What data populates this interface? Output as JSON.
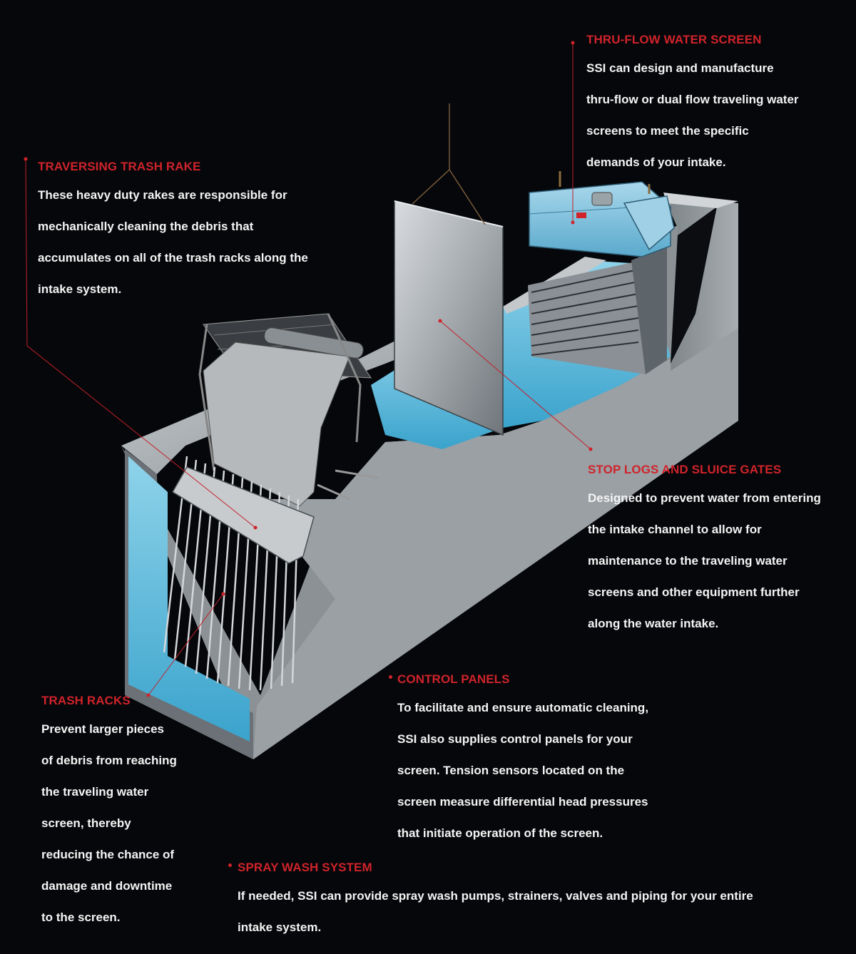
{
  "colors": {
    "background": "#05070a",
    "heading_red": "#d0232b",
    "body_text": "#f4f4f4",
    "water": "#6fc3df",
    "concrete": "#9aa0a4"
  },
  "callouts": {
    "thru_flow": {
      "title": "THRU-FLOW WATER SCREEN",
      "body": "SSI can design and manufacture\nthru-flow or dual flow traveling water\nscreens to meet the specific\ndemands of your intake."
    },
    "trash_rake": {
      "title": "TRAVERSING TRASH RAKE",
      "body": "These heavy duty rakes are responsible for\nmechanically cleaning the debris that\naccumulates on all of the trash racks along the\nintake system."
    },
    "stop_logs": {
      "title": "STOP LOGS AND SLUICE GATES",
      "body": "Designed to prevent water from entering\nthe intake channel to allow for\nmaintenance to the traveling water\nscreens and other equipment further\nalong the water intake."
    },
    "control_panels": {
      "title": "CONTROL PANELS",
      "body": "To facilitate and ensure automatic cleaning,\nSSI also supplies control panels for your\nscreen. Tension sensors located on the\nscreen measure differential head pressures\nthat initiate operation of the screen."
    },
    "trash_racks": {
      "title": "TRASH RACKS",
      "body": "Prevent larger pieces\nof debris from reaching\nthe traveling water\nscreen, thereby\nreducing the chance of\ndamage and downtime\nto the screen."
    },
    "spray_wash": {
      "title": "SPRAY WASH SYSTEM",
      "body": "If needed, SSI can provide spray wash pumps, strainers, valves and piping for your entire\nintake system."
    }
  }
}
